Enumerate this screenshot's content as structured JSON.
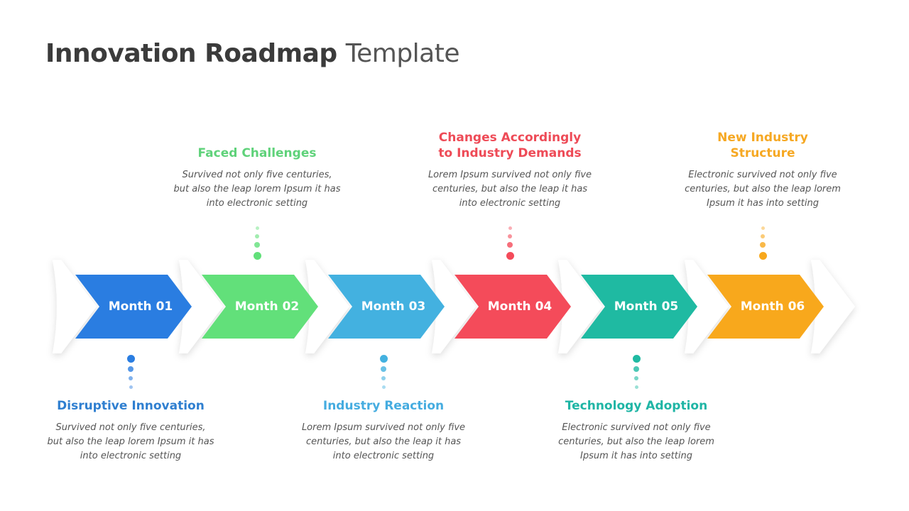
{
  "title": {
    "bold": "Innovation Roadmap",
    "light": "Template"
  },
  "steps": [
    {
      "label": "Month 01",
      "color": "#2a7de1",
      "heading": "Disruptive Innovation",
      "heading_color": "#2f7fd0",
      "desc": "Survived not only five centuries,\nbut also the leap lorem Ipsum it has\ninto electronic setting",
      "position": "below"
    },
    {
      "label": "Month 02",
      "color": "#62e07a",
      "heading": "Faced Challenges",
      "heading_color": "#5fd27a",
      "desc": "Survived not only five centuries,\nbut also the leap lorem Ipsum it has\ninto electronic setting",
      "position": "above"
    },
    {
      "label": "Month 03",
      "color": "#43b1e0",
      "heading": "Industry Reaction",
      "heading_color": "#45ace0",
      "desc": "Lorem Ipsum survived not only five\ncenturies, but also the leap it has\ninto electronic setting",
      "position": "below"
    },
    {
      "label": "Month 04",
      "color": "#f44b5a",
      "heading": "Changes Accordingly\nto Industry Demands",
      "heading_color": "#ee4b57",
      "desc": "Lorem Ipsum survived not only five\ncenturies, but also the leap it has\ninto electronic setting",
      "position": "above"
    },
    {
      "label": "Month 05",
      "color": "#1fbaa2",
      "heading": "Technology Adoption",
      "heading_color": "#1fb5a5",
      "desc": "Electronic survived not only five\ncenturies, but also the leap lorem\nIpsum it has into setting",
      "position": "below"
    },
    {
      "label": "Month 06",
      "color": "#f8a81c",
      "heading": "New Industry\nStructure",
      "heading_color": "#f6a823",
      "desc": "Electronic survived not only five\ncenturies, but also the leap lorem\nIpsum it has into setting",
      "position": "above"
    }
  ]
}
